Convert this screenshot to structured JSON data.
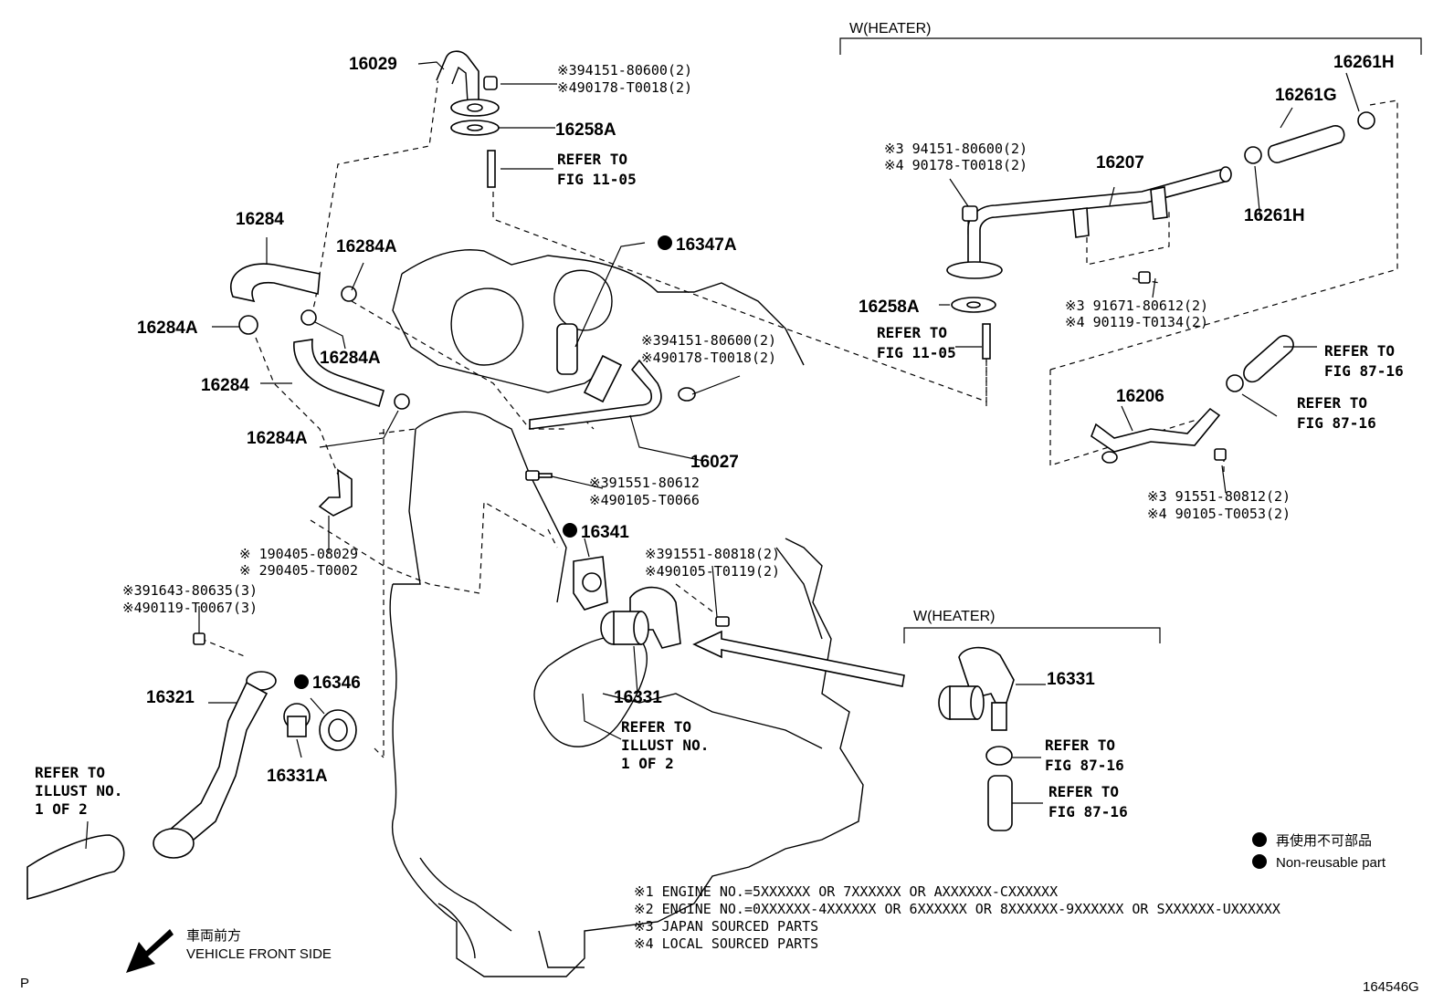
{
  "labels": {
    "p16029": "16029",
    "p16258A_top": "16258A",
    "p16284_a": "16284",
    "p16284A_a": "16284A",
    "p16284A_b": "16284A",
    "p16284A_c": "16284A",
    "p16284_b": "16284",
    "p16284A_d": "16284A",
    "p16347A": "16347A",
    "p16027": "16027",
    "p16341": "16341",
    "p16331_mid": "16331",
    "p16321": "16321",
    "p16346": "16346",
    "p16331A": "16331A",
    "p16207": "16207",
    "p16261G": "16261G",
    "p16261H_a": "16261H",
    "p16261H_b": "16261H",
    "p16258A_right": "16258A",
    "p16206": "16206",
    "p16331_right": "16331"
  },
  "notes": {
    "n1a": "※394151-80600(2)",
    "n1b": "※490178-T0018(2)",
    "n2a": "※394151-80600(2)",
    "n2b": "※490178-T0018(2)",
    "n3a": "※391551-80612",
    "n3b": "※490105-T0066",
    "n4a": "※ 190405-08029",
    "n4b": "※ 290405-T0002",
    "n5a": "※391643-80635(3)",
    "n5b": "※490119-T0067(3)",
    "n6a": "※391551-80818(2)",
    "n6b": "※490105-T0119(2)",
    "n7a": "※3 94151-80600(2)",
    "n7b": "※4 90178-T0018(2)",
    "n8a": "※3 91671-80612(2)",
    "n8b": "※4 90119-T0134(2)",
    "n9a": "※3 91551-80812(2)",
    "n9b": "※4 90105-T0053(2)"
  },
  "refs": {
    "r1a": "REFER TO",
    "r1b": "FIG 11-05",
    "r2a": "REFER TO",
    "r2b": "FIG 11-05",
    "r3a": "REFER TO",
    "r3b": "FIG 87-16",
    "r4a": "REFER TO",
    "r4b": "FIG 87-16",
    "r5a": "REFER TO",
    "r5b": "FIG 87-16",
    "r6a": "REFER TO",
    "r6b": "FIG 87-16",
    "r7a": "REFER TO",
    "r7b": "ILLUST NO.",
    "r7c": "1 OF 2",
    "r8a": "REFER TO",
    "r8b": "ILLUST NO.",
    "r8c": "1 OF 2"
  },
  "headers": {
    "heater_top": "W(HEATER)",
    "heater_mid": "W(HEATER)"
  },
  "legend": {
    "jp": "再使用不可部品",
    "en": "Non-reusable part"
  },
  "footnotes": [
    "※1 ENGINE NO.=5XXXXXX OR 7XXXXXX OR AXXXXXX-CXXXXXX",
    "※2 ENGINE NO.=0XXXXXX-4XXXXXX OR 6XXXXXX OR 8XXXXXX-9XXXXXX OR SXXXXXX-UXXXXXX",
    "※3 JAPAN SOURCED PARTS",
    "※4 LOCAL SOURCED PARTS"
  ],
  "front": {
    "jp": "車両前方",
    "en": "VEHICLE FRONT SIDE"
  },
  "corner": {
    "page_letter": "P",
    "illustration_id": "164546G"
  },
  "icons": [
    "non-reusable-dot-icon",
    "vehicle-front-arrow-icon"
  ]
}
